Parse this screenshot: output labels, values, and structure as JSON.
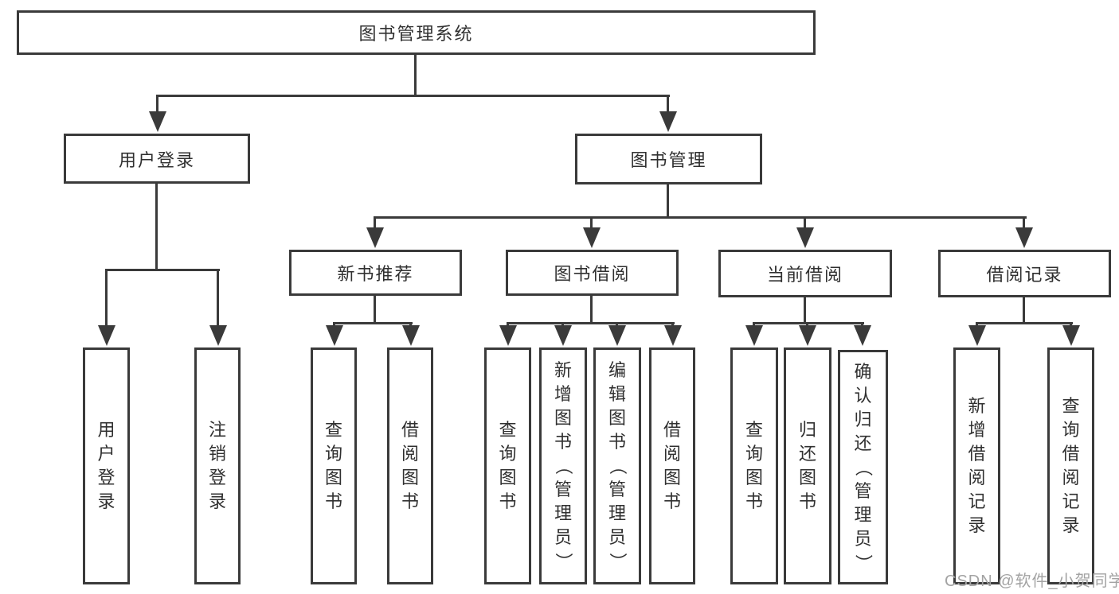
{
  "colors": {
    "line": "#3a3a3a",
    "text": "#303030",
    "watermark": "#a3a3a3"
  },
  "root": {
    "label": "图书管理系统"
  },
  "user_branch": {
    "label": "用户登录",
    "children": [
      "用户登录",
      "注销登录"
    ]
  },
  "mgmt_branch": {
    "label": "图书管理",
    "groups": [
      {
        "label": "新书推荐",
        "children": [
          "查询图书",
          "借阅图书"
        ]
      },
      {
        "label": "图书借阅",
        "children": [
          "查询图书",
          "新增图书（管理员）",
          "编辑图书（管理员）",
          "借阅图书"
        ]
      },
      {
        "label": "当前借阅",
        "children": [
          "查询图书",
          "归还图书",
          "确认归还（管理员）"
        ]
      },
      {
        "label": "借阅记录",
        "children": [
          "新增借阅记录",
          "查询借阅记录"
        ]
      }
    ]
  },
  "watermark": {
    "text": "CSDN @软件_小贺同学"
  }
}
